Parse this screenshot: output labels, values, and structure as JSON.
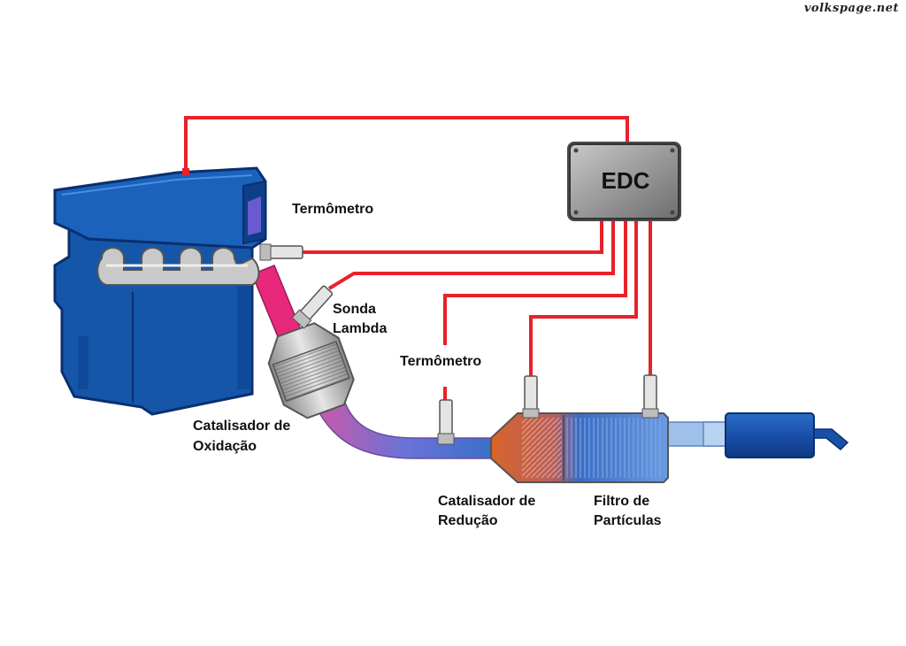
{
  "watermark": "volkspage.net",
  "ecu": {
    "label": "EDC"
  },
  "labels": {
    "thermometer_top": "Termômetro",
    "lambda_line1": "Sonda",
    "lambda_line2": "Lambda",
    "thermometer_mid": "Termômetro",
    "oxidation_line1": "Catalisador de",
    "oxidation_line2": "Oxidação",
    "reduction_line1": "Catalisador de",
    "reduction_line2": "Redução",
    "filter_line1": "Filtro de",
    "filter_line2": "Partículas"
  },
  "colors": {
    "wire": "#e8212a",
    "engine": "#1556a8",
    "engine_dark": "#0b3d82",
    "ecu_box": "#9a9a9a",
    "pipe_hot": "#e0307a",
    "pipe_cool": "#4a6fd6",
    "reduction_cat": "#d2632c",
    "filter": "#2f6fc4"
  }
}
